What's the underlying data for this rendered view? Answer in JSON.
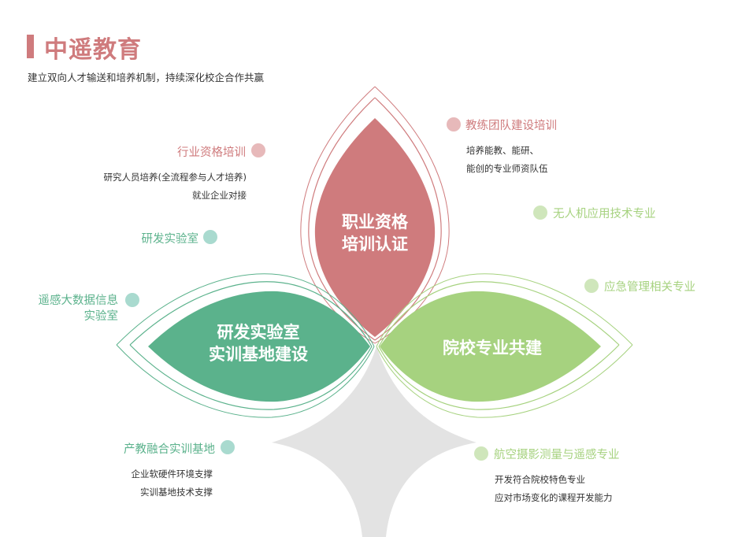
{
  "header": {
    "title": "中遥教育",
    "subtitle": "建立双向人才输送和培养机制，持续深化校企合作共赢"
  },
  "petals": {
    "top": {
      "line1": "职业资格",
      "line2": "培训认证"
    },
    "left": {
      "line1": "研发实验室",
      "line2": "实训基地建设"
    },
    "right": {
      "line1": "院校专业共建"
    }
  },
  "labels": {
    "industry_training": "行业资格培训",
    "industry_desc": [
      "研究人员培养(全流程参与人才培养)",
      "就业企业对接"
    ],
    "coach_training": "教练团队建设培训",
    "coach_desc": [
      "培养能教、能研、",
      "能创的专业师资队伍"
    ],
    "rnd_lab": "研发实验室",
    "remote_sensing_lab_1": "遥感大数据信息",
    "remote_sensing_lab_2": "实验室",
    "drone_major": "无人机应用技术专业",
    "emergency_major": "应急管理相关专业",
    "industry_base": "产教融合实训基地",
    "base_desc": [
      "企业软硬件环境支撑",
      "实训基地技术支撑"
    ],
    "aerial_major": "航空摄影测量与遥感专业",
    "aerial_desc": [
      "开发符合院校特色专业",
      "应对市场变化的课程开发能力"
    ]
  },
  "colors": {
    "red": "#cf7b7d",
    "red_light": "#e7b9ba",
    "green": "#5bb28c",
    "green_light": "#a9dacf",
    "lime": "#a6d27f",
    "lime_light": "#cfe6bb",
    "gray": "#e3e3e3"
  }
}
